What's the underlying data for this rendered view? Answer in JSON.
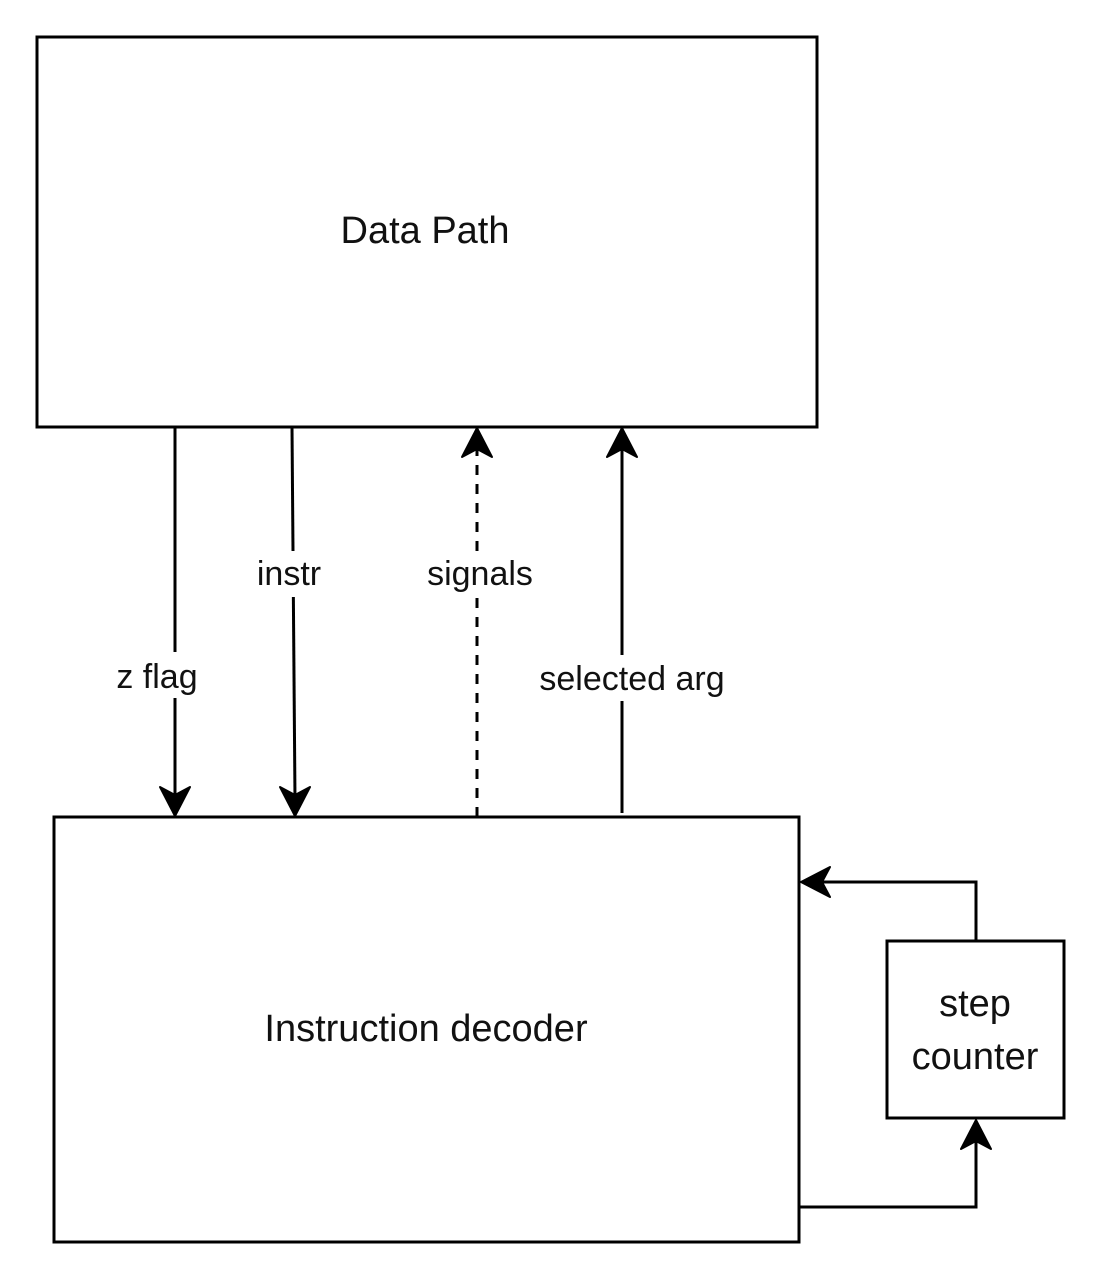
{
  "blocks": {
    "data_path": "Data Path",
    "instruction_decoder": "Instruction decoder",
    "step_counter_line1": "step",
    "step_counter_line2": "counter"
  },
  "connections": {
    "z_flag": "z flag",
    "instr": "instr",
    "signals": "signals",
    "selected_arg": "selected arg"
  },
  "colors": {
    "stroke": "#000000",
    "background": "#ffffff"
  }
}
